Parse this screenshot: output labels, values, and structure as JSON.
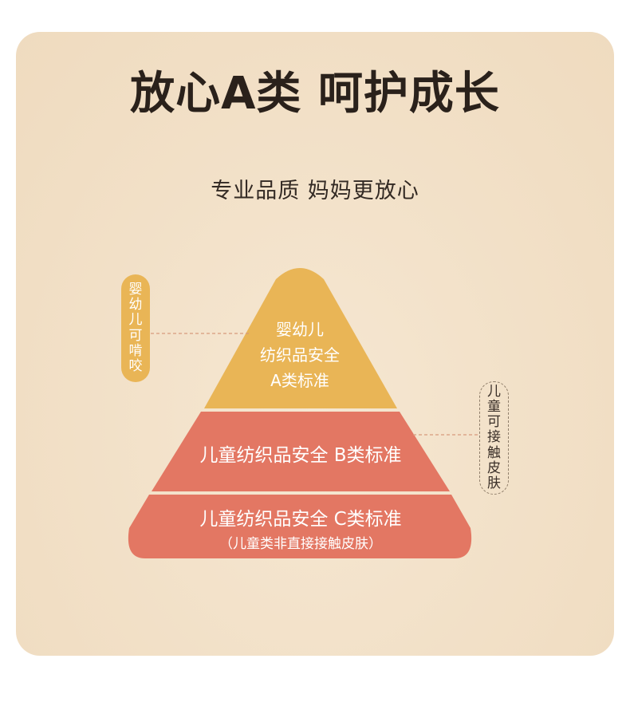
{
  "title": "放心A类 呵护成长",
  "subtitle": "专业品质 妈妈更放心",
  "pyramid": {
    "top": {
      "lines": [
        "婴幼儿",
        "纺织品安全",
        "A类标准"
      ]
    },
    "middle": {
      "label": "儿童纺织品安全 B类标准"
    },
    "bottom": {
      "label": "儿童纺织品安全 C类标准",
      "note": "（儿童类非直接接触皮肤）"
    }
  },
  "callouts": {
    "left": [
      "婴",
      "幼",
      "儿",
      "可",
      "啃",
      "咬"
    ],
    "right": [
      "儿",
      "童",
      "可",
      "接",
      "触",
      "皮",
      "肤"
    ]
  },
  "colors": {
    "card_bg": "#f2e0c7",
    "tier_a": "#e9b556",
    "tier_bc": "#e37763",
    "title_text": "#2a211b"
  }
}
